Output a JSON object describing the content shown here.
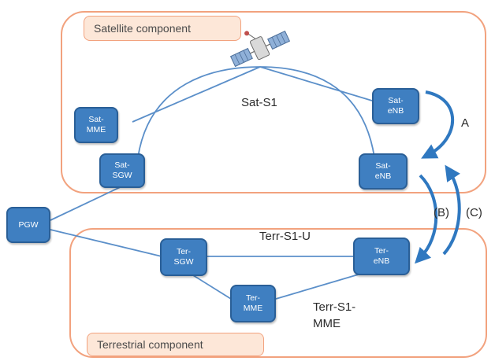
{
  "colors": {
    "node_fill": "#3f7fc1",
    "node_border": "#2a5f97",
    "region_border": "#f2a27e",
    "region_label_fill": "#fde7d8",
    "link": "#5b8fc9",
    "arrow": "#2f78c0"
  },
  "regions": {
    "satellite": {
      "label": "Satellite component"
    },
    "terrestrial": {
      "label": "Terrestrial component"
    }
  },
  "nodes": {
    "sat_mme": {
      "line1": "Sat-",
      "line2": "MME"
    },
    "sat_sgw": {
      "line1": "Sat-",
      "line2": "SGW"
    },
    "sat_enb_top": {
      "line1": "Sat-",
      "line2": "eNB"
    },
    "sat_enb_bottom": {
      "line1": "Sat-",
      "line2": "eNB"
    },
    "pgw": {
      "line1": "PGW"
    },
    "ter_sgw": {
      "line1": "Ter-",
      "line2": "SGW"
    },
    "ter_mme": {
      "line1": "Ter-",
      "line2": "MME"
    },
    "ter_enb": {
      "line1": "Ter-",
      "line2": "eNB"
    }
  },
  "labels": {
    "sat_s1": "Sat-S1",
    "terr_s1_u": "Terr-S1-U",
    "terr_s1_mme_line1": "Terr-S1-",
    "terr_s1_mme_line2": "MME",
    "arrow_a": "A",
    "arrow_b": "(B)",
    "arrow_c": "(C)"
  },
  "icons": {
    "satellite": "satellite-icon"
  }
}
